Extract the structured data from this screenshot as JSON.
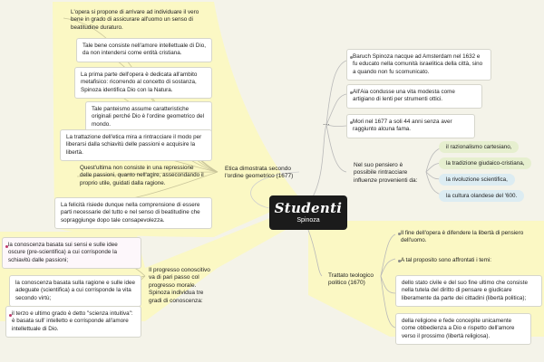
{
  "center": {
    "logo": "Studenti",
    "subtitle": "Spinoza"
  },
  "colors": {
    "background": "#f4f3e9",
    "yellow_region": "#fbf8c4",
    "pill_green": "#e6efcf",
    "pill_blue": "#dcecf2",
    "pink_bullet": "#c0396b"
  },
  "etica": {
    "label": "Etica dimostrata secondo l'ordine geometrico (1677)",
    "items": [
      "L'opera si propone di arrivare ad individuare il vero bene in grado di assicurare all'uomo un senso di beatitudine duraturo.",
      "Tale bene consiste nell'amore intellettuale di Dio, da non intendersi come entità cristiana.",
      "La prima parte dell'opera è dedicata all'ambito metafisico: ricorrendo al concetto di sostanza, Spinoza identifica Dio con la Natura.",
      "Tale panteismo assume caratteristiche originali perché Dio è l'ordine geometrico del mondo.",
      "La trattazione dell'etica mira a rintracciare il modo per liberarsi dalla schiavitù delle passioni e acquisire la libertà.",
      "Quest'ultima non consiste in una repressione delle passioni, quanto nell'agire, assecondando il proprio utile, guidati dalla ragione.",
      "La felicità risiede dunque nella comprensione di essere parti necessarie del tutto e nel senso di beatitudine che sopraggiunge dopo tale consapevolezza."
    ]
  },
  "progresso": {
    "label": "Il progresso conoscitivo va di pari passo col progresso morale. Spinoza individua tre gradi di conoscenza:",
    "items": [
      "la conoscenza basata sui sensi e sulle idee oscure (pre-scientifica) a cui corrisponde la schiavitù dalle passioni;",
      "la conoscenza basata sulla ragione e sulle idee adeguate (scientifica) a cui corrisponde la vita secondo virtù;",
      "il terzo e ultimo grado è detto \"scienza intuitiva\": è basata sull' intelletto e corrisponde all'amore intellettuale di Dio."
    ]
  },
  "bio": {
    "ellipsis": "...",
    "items": [
      "Baruch Spinoza nacque ad Amsterdam nel 1632 e fu educato nella comunità israelitica della città, sino a quando non fu scomunicato.",
      "All'Aia condusse una vita modesta come artigiano di lenti per strumenti ottici.",
      "Mori nel 1677 a soli 44 anni senza aver raggiunto alcuna fama."
    ],
    "influences_label": "Nel suo pensiero è possibile rintracciare influenze provenienti da:",
    "influences": [
      "il razionalismo cartesiano,",
      "la tradizione giudaico-cristiana,",
      "la rivoluzione scientifica,",
      "la cultura olandese del '600."
    ]
  },
  "trattato": {
    "label": "Trattato teologico politico (1670)",
    "items": [
      "Il fine dell'opera è difendere la libertà di pensiero dell'uomo.",
      "A tal proposito sono affrontati i temi:",
      "dello stato civile e del suo fine ultimo che consiste nella tutela del diritto di pensare e giudicare liberamente da parte dei cittadini (libertà politica);",
      "della religione e fede concepite unicamente come obbedienza a Dio e rispetto dell'amore verso il prossimo (libertà religiosa)."
    ]
  }
}
